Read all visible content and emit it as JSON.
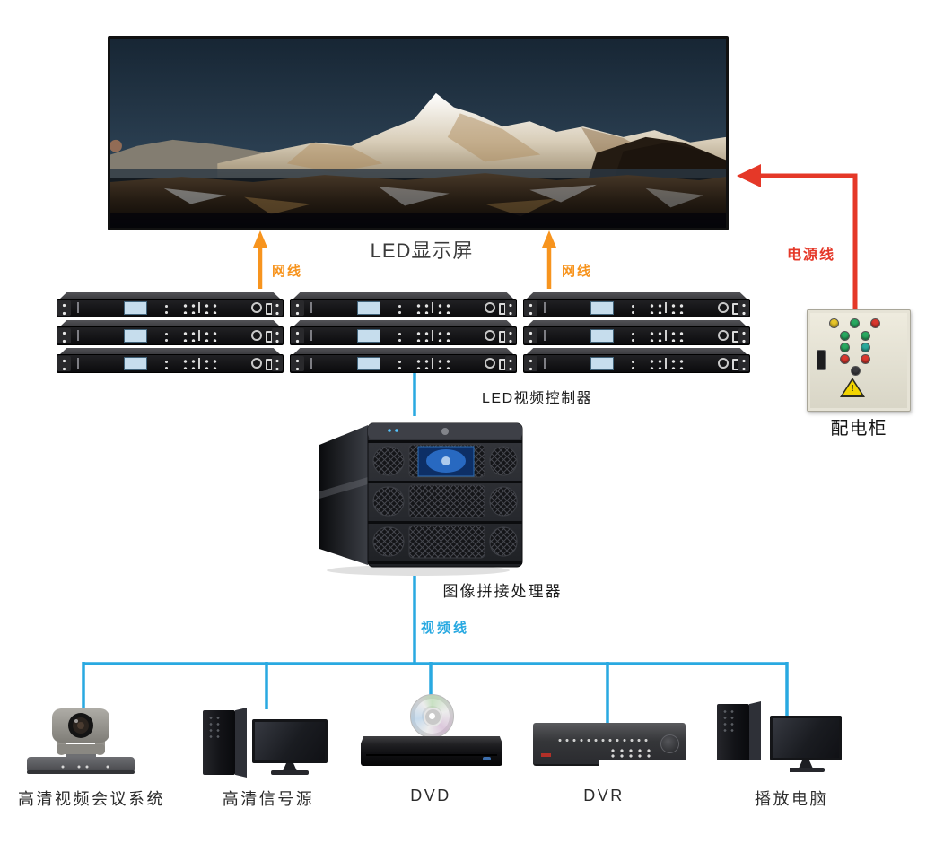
{
  "title": "LED显示屏",
  "screen": {
    "content": "snow-capped mountain panorama"
  },
  "cables": {
    "network": "网线",
    "power": "电源线",
    "video": "视频线"
  },
  "controller": {
    "label": "LED视频控制器",
    "rows": 3,
    "cols": 3
  },
  "processor": {
    "label": "图像拼接处理器"
  },
  "cabinet": {
    "label": "配电柜",
    "indicator_lights": [
      "yellow",
      "green",
      "red",
      "green",
      "green",
      "green",
      "teal",
      "red",
      "red",
      "dark"
    ],
    "warning_mark": "!"
  },
  "sources": [
    {
      "label": "高清视频会议系统",
      "type": "hd-video-conference-camera"
    },
    {
      "label": "高清信号源",
      "type": "hd-signal-source-pc"
    },
    {
      "label": "DVD",
      "type": "dvd-player"
    },
    {
      "label": "DVR",
      "type": "dvr"
    },
    {
      "label": "播放电脑",
      "type": "playback-pc"
    }
  ],
  "colors": {
    "network_cable": "#F7941E",
    "power_cable": "#E53828",
    "video_cable": "#29A9E1",
    "screen_border": "#111111"
  }
}
